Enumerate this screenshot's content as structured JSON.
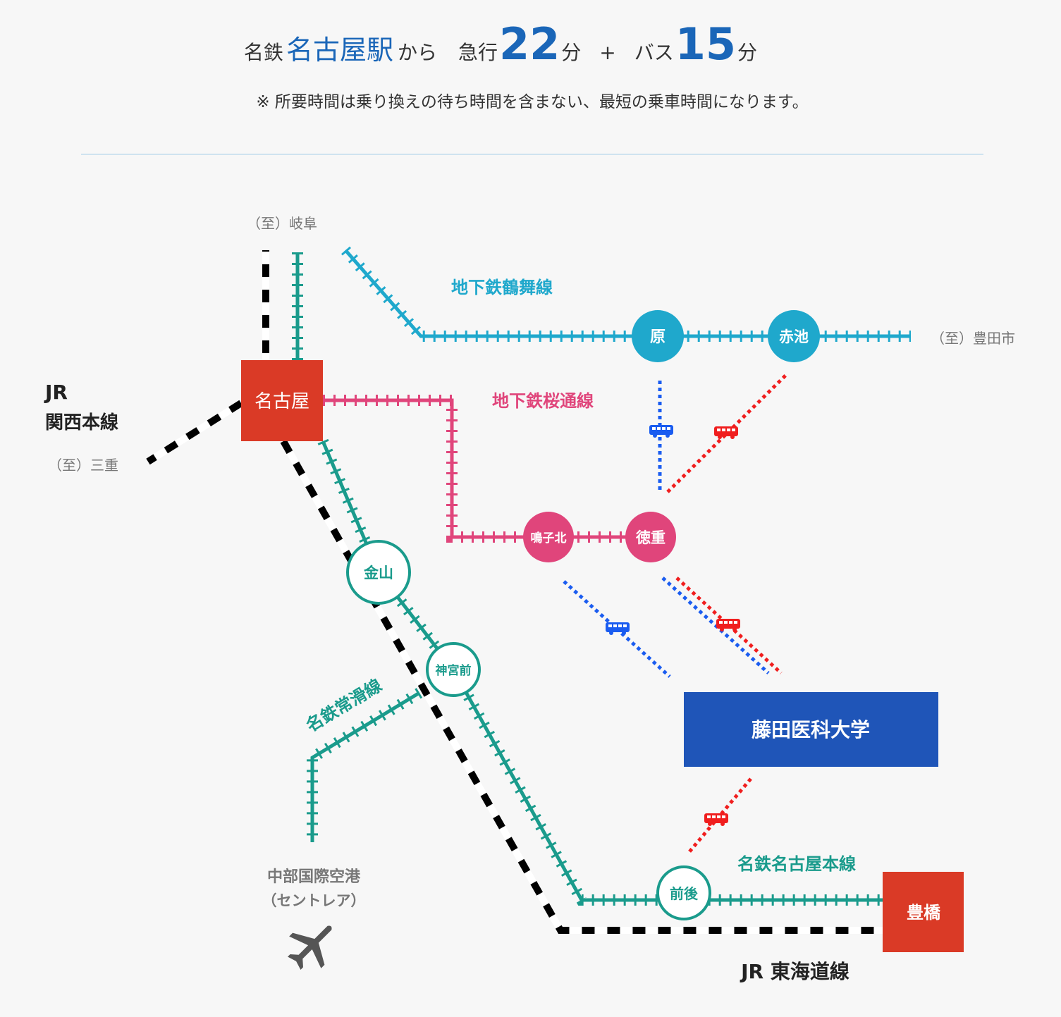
{
  "header": {
    "prefix": "名鉄",
    "station": "名古屋駅",
    "from": "から",
    "express_label": "急行",
    "express_minutes": "22",
    "min1": "分",
    "plus": "+",
    "bus_label": "バス",
    "bus_minutes": "15",
    "min2": "分",
    "note": "※ 所要時間は乗り換えの待ち時間を含まない、最短の乗車時間になります。"
  },
  "colors": {
    "accent": "#1a66b8",
    "tsurumai": "#1fa8cc",
    "sakura": "#e0457b",
    "meitetsu": "#1a9b8c",
    "terminal": "#da3a26",
    "university": "#1f55b8",
    "bus_blue": "#1a5cf0",
    "bus_red": "#f01e1e"
  },
  "map": {
    "to_gifu": "（至）岐阜",
    "to_toyota": "（至）豊田市",
    "to_mie": "（至）三重",
    "jr_kansai_1": "JR",
    "jr_kansai_2": "関西本線",
    "jr_tokaido": "JR 東海道線",
    "tsurumai_line": "地下鉄鶴舞線",
    "sakura_line": "地下鉄桜通線",
    "tokoname_line": "名鉄常滑線",
    "meitetsu_main_line": "名鉄名古屋本線",
    "airport_1": "中部国際空港",
    "airport_2": "（セントレア）",
    "stations": {
      "nagoya": "名古屋",
      "hara": "原",
      "akaike": "赤池",
      "narukokita": "鳴子北",
      "tokushige": "徳重",
      "kanayama": "金山",
      "jingumae": "神宮前",
      "zengo": "前後",
      "toyohashi": "豊橋"
    },
    "destination": "藤田医科大学",
    "icons": {
      "bus": "bus-icon",
      "airport": "airplane-icon"
    }
  }
}
